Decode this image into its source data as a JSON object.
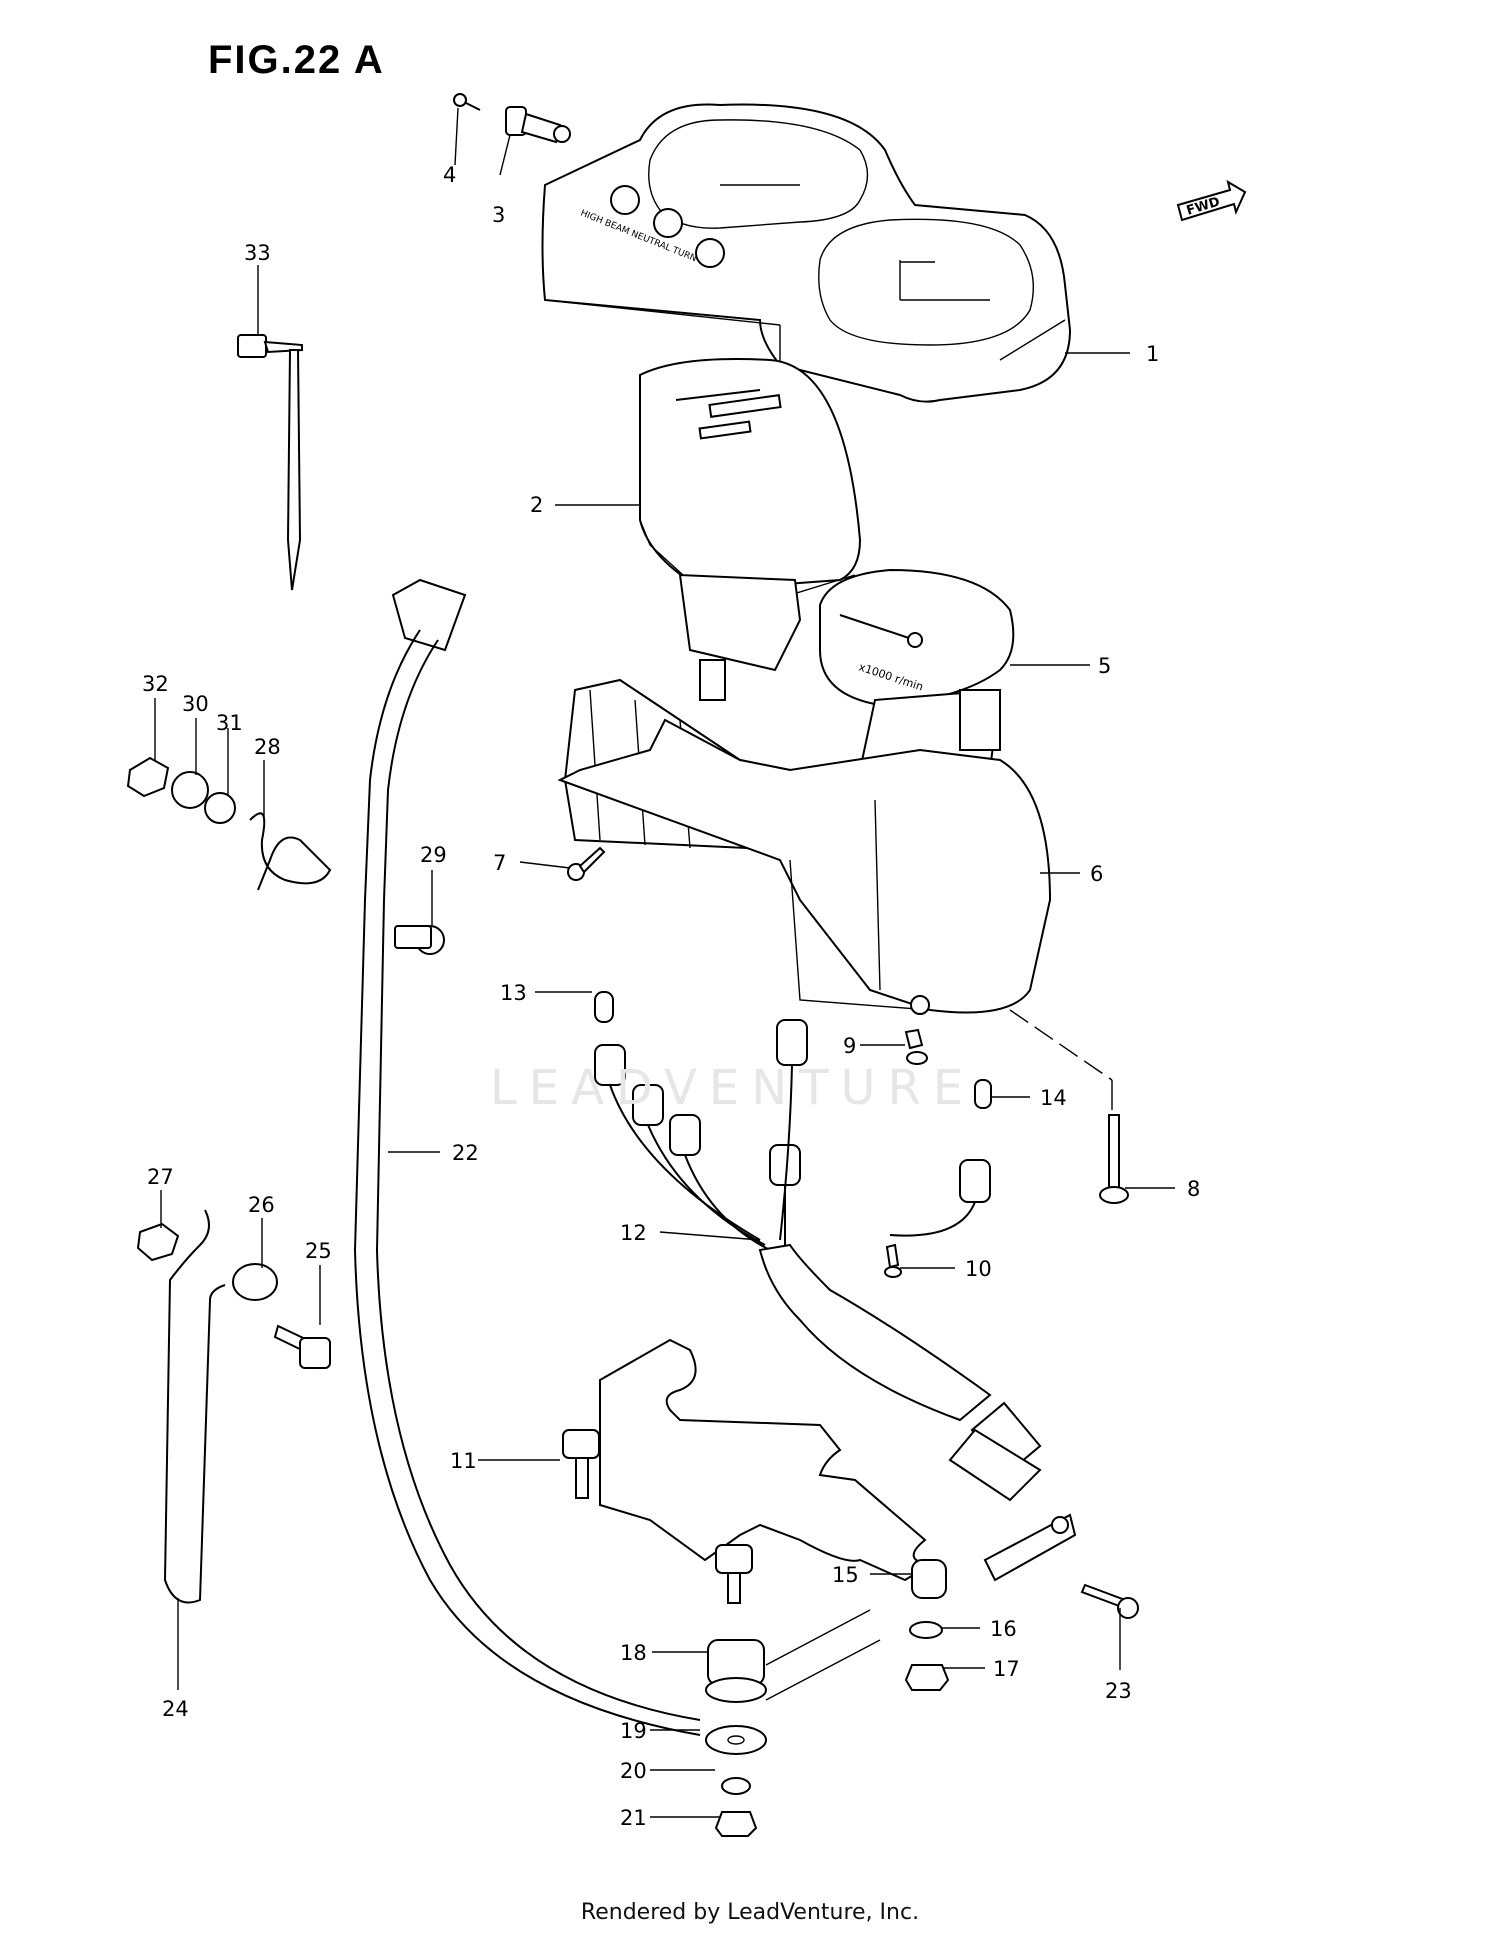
{
  "figure": {
    "title": "FIG.22 A",
    "fwd_label": "FWD",
    "watermark": "LEADVENTURE",
    "footer": "Rendered by LeadVenture, Inc."
  },
  "callouts": {
    "c1": "1",
    "c2": "2",
    "c3": "3",
    "c4": "4",
    "c5": "5",
    "c6": "6",
    "c7": "7",
    "c8": "8",
    "c9": "9",
    "c10": "10",
    "c11": "11",
    "c12": "12",
    "c13": "13",
    "c14": "14",
    "c15": "15",
    "c16": "16",
    "c17": "17",
    "c18": "18",
    "c19": "19",
    "c20": "20",
    "c21": "21",
    "c22": "22",
    "c23": "23",
    "c24": "24",
    "c25": "25",
    "c26": "26",
    "c27": "27",
    "c28": "28",
    "c29": "29",
    "c30": "30",
    "c31": "31",
    "c32": "32",
    "c33": "33"
  },
  "dial_text": {
    "tach_unit": "x1000 r/min",
    "case_labels": "HIGH BEAM NEUTRAL TURN"
  }
}
